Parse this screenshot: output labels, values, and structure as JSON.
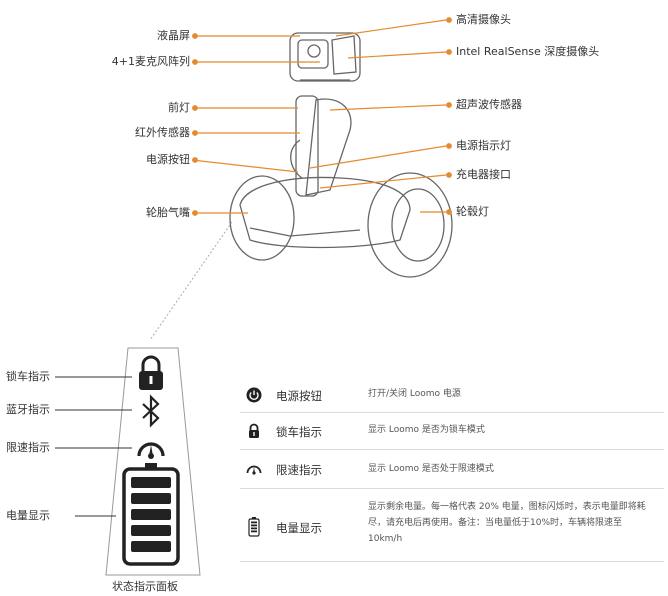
{
  "callouts_left": [
    {
      "text": "液晶屏"
    },
    {
      "text": "4+1麦克风阵列"
    },
    {
      "text": "前灯"
    },
    {
      "text": "红外传感器"
    },
    {
      "text": "电源按钮"
    },
    {
      "text": "轮胎气嘴"
    }
  ],
  "callouts_right": [
    {
      "text": "高清摄像头"
    },
    {
      "text": "Intel RealSense 深度摄像头"
    },
    {
      "text": "超声波传感器"
    },
    {
      "text": "电源指示灯"
    },
    {
      "text": "充电器接口"
    },
    {
      "text": "轮毂灯"
    }
  ],
  "panel_labels": [
    {
      "text": "锁车指示"
    },
    {
      "text": "蓝牙指示"
    },
    {
      "text": "限速指示"
    },
    {
      "text": "电量显示"
    }
  ],
  "panel_caption": "状态指示面板",
  "table_rows": [
    {
      "icon": "power-icon",
      "name": "电源按钮",
      "desc": "打开/关闭 Loomo 电源"
    },
    {
      "icon": "lock-icon",
      "name": "锁车指示",
      "desc": "显示 Loomo 是否为锁车模式"
    },
    {
      "icon": "speedometer-icon",
      "name": "限速指示",
      "desc": "显示 Loomo 是否处于限速模式"
    },
    {
      "icon": "battery-icon",
      "name": "电量显示",
      "desc": "显示剩余电量。每一格代表 20% 电量，图标闪烁时，表示电量即将耗尽，请充电后再使用。备注：当电量低于10%时，车辆将限速至 10km/h"
    }
  ],
  "colors": {
    "accent": "#e58a2e",
    "line": "#bbbbbb",
    "text": "#333333"
  }
}
